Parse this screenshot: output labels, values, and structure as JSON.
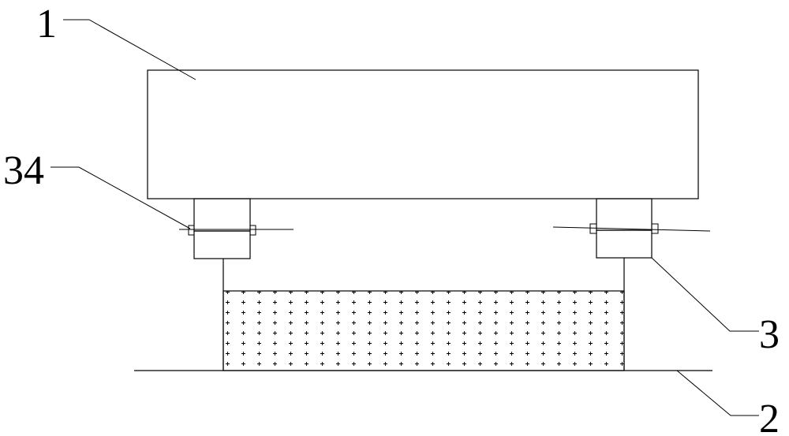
{
  "labels": {
    "top_block": "1",
    "ground": "2",
    "right_bracket": "3",
    "left_bolt": "34"
  },
  "colors": {
    "line": "#000000",
    "background": "#ffffff"
  }
}
